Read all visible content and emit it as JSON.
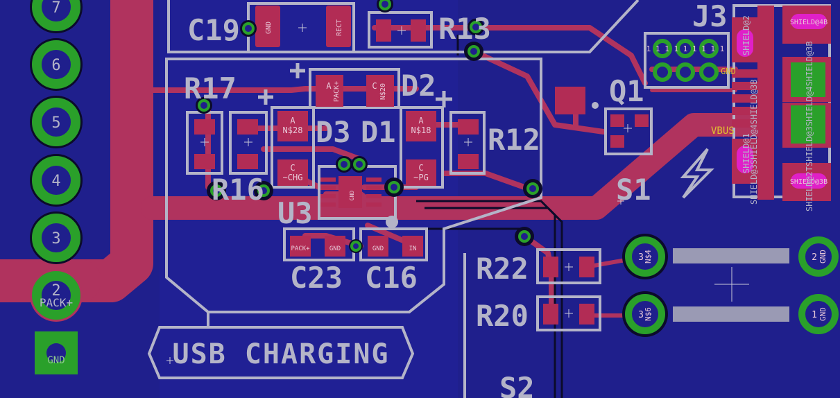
{
  "app": "PCB layout editor",
  "colors": {
    "background": "#1f1f8c",
    "copper_fill": "#24249a",
    "trace": "#b0335e",
    "pad": "#b22c55",
    "silkscreen": "#b4b4c8",
    "via_ring": "#2aa02a",
    "shield_pad": "#e020c8",
    "label_yellow": "#e0c030",
    "via_hole": "#000000"
  },
  "header_pins": [
    "7",
    "6",
    "5",
    "4",
    "3",
    "2"
  ],
  "header_pin2_label": "PACK+",
  "gnd_pad_label": "GND",
  "refs": {
    "c19": "C19",
    "r13": "R13",
    "j3": "J3",
    "r17": "R17",
    "d2": "D2",
    "q1": "Q1",
    "d3": "D3",
    "d1": "D1",
    "r12": "R12",
    "r16": "R16",
    "s1": "S1",
    "u3": "U3",
    "c23": "C23",
    "c16": "C16",
    "r22": "R22",
    "r20": "R20",
    "s2": "S2"
  },
  "silk_label": "USB CHARGING",
  "pad_labels": {
    "c19_gnd": "GND",
    "c19_rect": "RECT",
    "d2_a": "A",
    "d2_anode": "PACK+",
    "d2_c": "C",
    "d2_cathode": "N$20",
    "d3_a": "A",
    "d3_anode": "N$28",
    "d3_c": "C",
    "d3_cathode": "~CHG",
    "d1_a": "A",
    "d1_anode": "N$18",
    "d1_c": "C",
    "d1_cathode": "~PG",
    "u3_center": "GND",
    "c23_left": "PACK+",
    "c23_right": "GND",
    "c16_left": "GND",
    "c16_right": "IN",
    "s1_pin3": "N$4",
    "s1_pin3_num": "3",
    "s1_pin2": "GND",
    "s1_pin2_num": "2",
    "s2_pin3": "N$6",
    "s2_pin3_num": "3",
    "s2_pin1": "GND",
    "s2_pin1_num": "1",
    "j3_pins": "1 1 1 1 1 1 1 1 1",
    "j3_gnd": "GND",
    "vbus": "VBUS",
    "shield_4b": "SHIELD@4B",
    "shield_3b": "SHIELD@3B",
    "shield_vert_a": "SHIELD@2",
    "shield_vert_b": "SHIELD@1",
    "shield_vert_c": "SHIELD@3SHIELD@4SHIELD@3B",
    "shield_vert_d": "SHIELD@2TSHIELD@3SHIELD@4SHIELD@3B"
  }
}
